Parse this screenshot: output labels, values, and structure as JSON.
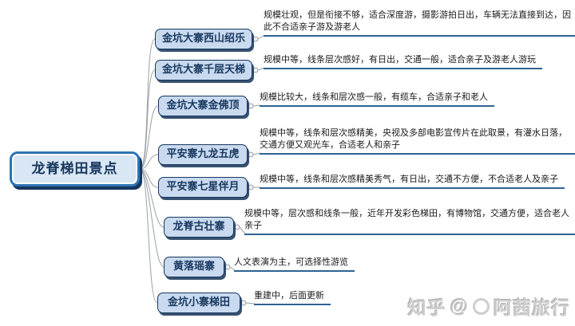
{
  "root": {
    "label": "龙脊梯田景点"
  },
  "branches": [
    {
      "label": "金坑大寨西山绍乐",
      "note": "规模壮观，但是衔接不够，适合深度游，摄影游拍日出，车辆无法直接到达，因此不合适亲子游及游老人"
    },
    {
      "label": "金坑大寨千层天梯",
      "note": "规模中等，线条层次感好，有日出，交通一般，适合亲子及游老人游玩"
    },
    {
      "label": "金坑大寨金佛顶",
      "note": "规模比较大，线条和层次感一般，有缆车，合适亲子和老人"
    },
    {
      "label": "平安寨九龙五虎",
      "note": "规模中等，线条和层次感精美，央视及多部电影宣传片在此取景，有灌水日落，交通方便又观光车，合适老人和亲子"
    },
    {
      "label": "平安寨七星伴月",
      "note": "规模中等，线条和层次感精美秀气，有日出，交通不方便，不合适老人及亲子"
    },
    {
      "label": "龙脊古壮寨",
      "note": "规模中等，层次感和线条一般，近年开发彩色梯田，有博物馆，交通方便，适合老人亲子"
    },
    {
      "label": "黄落瑶寨",
      "note": "人文表演为主，可选择性游览"
    },
    {
      "label": "金坑小寨梯田",
      "note": "重建中，后面更新"
    }
  ],
  "watermark": {
    "site": "知乎",
    "at": "@",
    "name": "阿茜旅行"
  },
  "colors": {
    "node_fill": "#c9daf0",
    "node_border": "#17375e",
    "root_border": "#2e74b5",
    "underline": "#2e6291",
    "connector": "#9aa0a6"
  }
}
